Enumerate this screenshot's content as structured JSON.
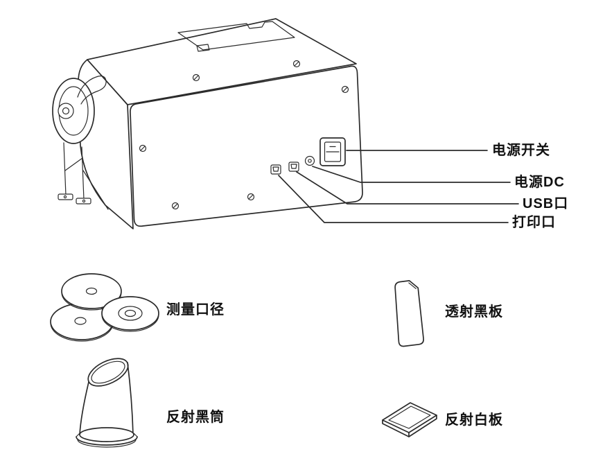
{
  "colors": {
    "line": "#2b2b2b",
    "text": "#111111",
    "background": "#ffffff"
  },
  "callouts": {
    "power_switch": "电源开关",
    "power_dc": "电源DC",
    "usb_port": "USB口",
    "print_port": "打印口"
  },
  "accessories": {
    "aperture": "测量口径",
    "transmission_black_board": "透射黑板",
    "reflection_black_tube": "反射黑筒",
    "reflection_white_board": "反射白板"
  }
}
